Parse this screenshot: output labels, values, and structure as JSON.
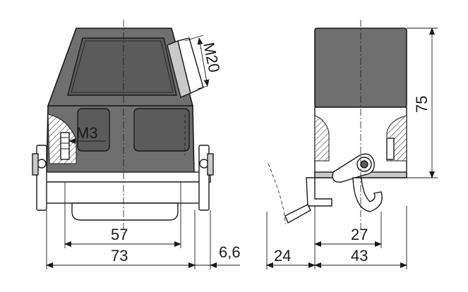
{
  "labels": {
    "m20": "M20",
    "m3": "M3",
    "d57": "57",
    "d73": "73",
    "d66": "6,6",
    "d24": "24",
    "d27": "27",
    "d43": "43",
    "d75": "75"
  },
  "colors": {
    "housing": "#6f6f6f",
    "housing_dark": "#5b5b5b",
    "line": "#1a1a1a",
    "background": "#ffffff"
  }
}
